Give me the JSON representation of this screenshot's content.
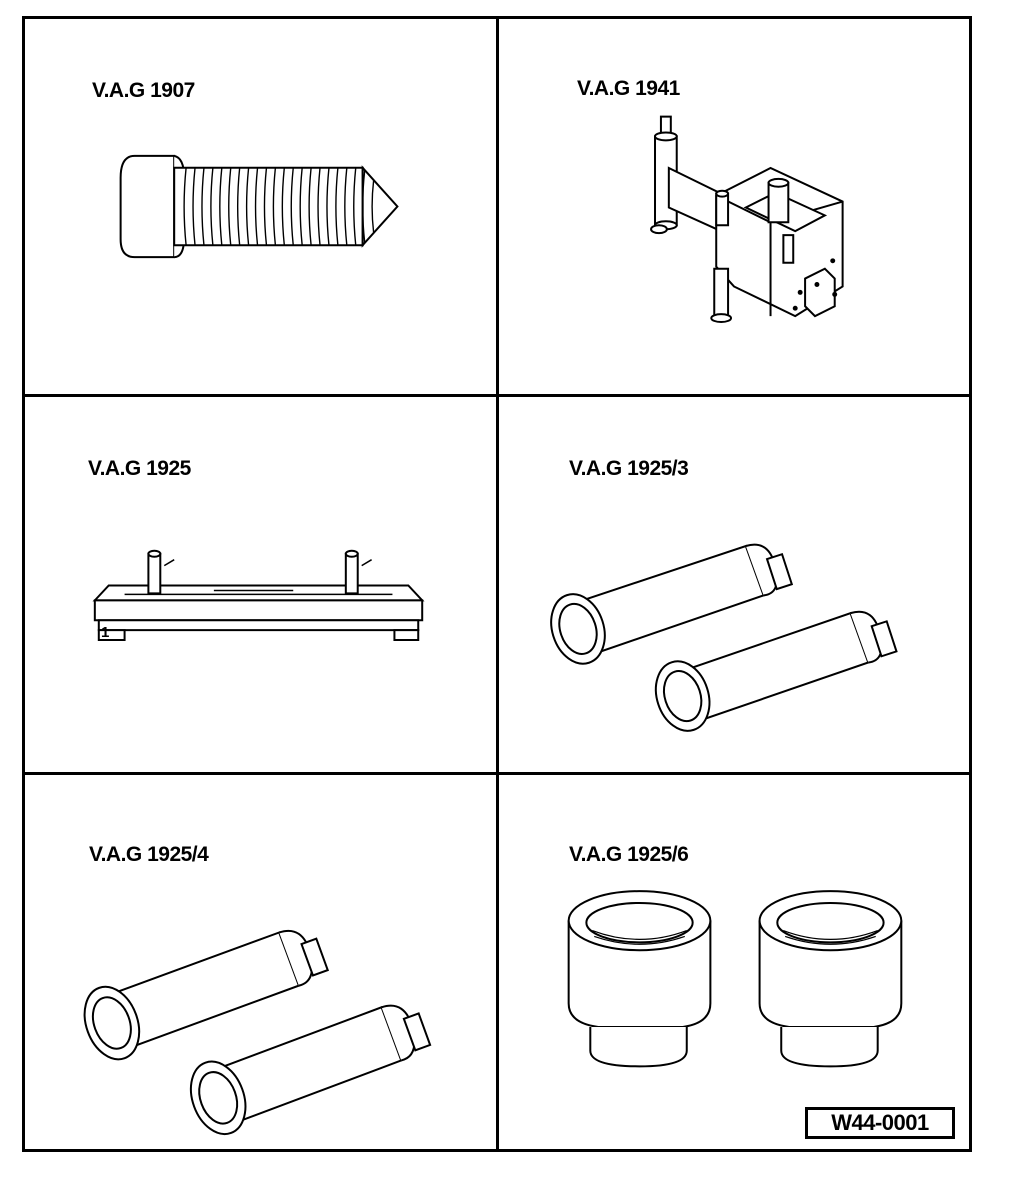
{
  "tools": [
    {
      "label": "V.A.G 1907"
    },
    {
      "label": "V.A.G 1941"
    },
    {
      "label": "V.A.G 1925",
      "callout": "1"
    },
    {
      "label": "V.A.G 1925/3"
    },
    {
      "label": "V.A.G 1925/4"
    },
    {
      "label": "V.A.G 1925/6"
    }
  ],
  "figure_code": "W44-0001"
}
